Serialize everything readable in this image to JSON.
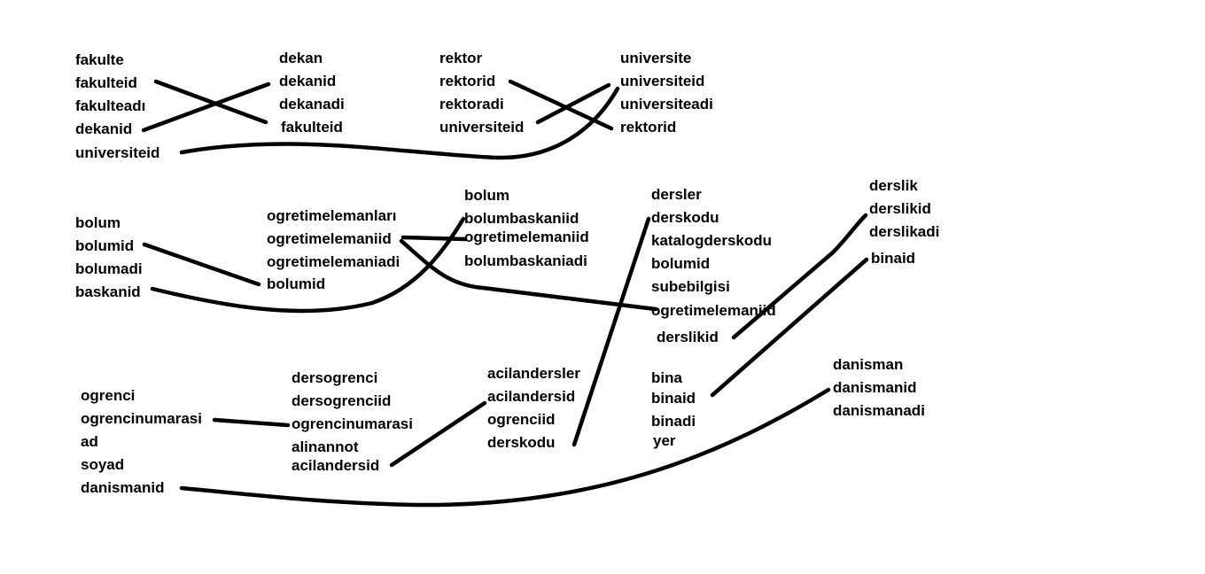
{
  "diagram": {
    "tables": {
      "fakulte": {
        "title": "fakulte",
        "fields": [
          "fakulteid",
          "fakulteadı",
          "dekanid",
          "universiteid"
        ]
      },
      "dekan": {
        "title": "dekan",
        "fields": [
          "dekanid",
          "dekanadi",
          "fakulteid"
        ]
      },
      "rektor": {
        "title": "rektor",
        "fields": [
          "rektorid",
          "rektoradi",
          "universiteid"
        ]
      },
      "universite": {
        "title": "universite",
        "fields": [
          "universiteid",
          "universiteadi",
          "rektorid"
        ]
      },
      "bolum": {
        "title": "bolum",
        "fields": [
          "bolumid",
          "bolumadi",
          "baskanid"
        ]
      },
      "ogretimelemanlari": {
        "title": "ogretimelemanları",
        "fields": [
          "ogretimelemaniid",
          "ogretimelemaniadi",
          "bolumid"
        ]
      },
      "bolumbaskani": {
        "title": "bolum",
        "fields": [
          "bolumbaskaniid",
          "ogretimelemaniid",
          "bolumbaskaniadi"
        ]
      },
      "dersler": {
        "title": "dersler",
        "fields": [
          "derskodu",
          "katalogderskodu",
          "bolumid",
          "subebilgisi",
          "ogretimelemaniid",
          "derslikid"
        ]
      },
      "derslik": {
        "title": "derslik",
        "fields": [
          "derslikid",
          "derslikadi",
          "binaid"
        ]
      },
      "bina": {
        "title": "bina",
        "fields": [
          "binaid",
          "binadi",
          "yer"
        ]
      },
      "danisman": {
        "title": "danisman",
        "fields": [
          "danismanid",
          "danismanadi"
        ]
      },
      "ogrenci": {
        "title": "ogrenci",
        "fields": [
          "ogrencinumarasi",
          "ad",
          "soyad",
          "danismanid"
        ]
      },
      "dersogrenci": {
        "title": "dersogrenci",
        "fields": [
          "dersogrenciid",
          "ogrencinumarasi",
          "alinannot",
          "acilandersid"
        ]
      },
      "acilandersler": {
        "title": "acilandersler",
        "fields": [
          "acilandersid",
          "ogrenciid",
          "derskodu"
        ]
      }
    },
    "links": [
      {
        "from": "fakulte.fakulteid",
        "to": "dekan.fakulteid"
      },
      {
        "from": "fakulte.dekanid",
        "to": "dekan.dekanid"
      },
      {
        "from": "fakulte.universiteid",
        "to": "universite.universiteid"
      },
      {
        "from": "rektor.rektorid",
        "to": "universite.rektorid"
      },
      {
        "from": "rektor.universiteid",
        "to": "universite.universiteid"
      },
      {
        "from": "bolum.bolumid",
        "to": "ogretimelemanlari.bolumid"
      },
      {
        "from": "bolum.baskanid",
        "to": "bolumbaskani.bolumbaskaniid"
      },
      {
        "from": "ogretimelemanlari.ogretimelemaniid",
        "to": "bolumbaskani.ogretimelemaniid"
      },
      {
        "from": "ogretimelemanlari.ogretimelemaniid",
        "to": "dersler.ogretimelemaniid"
      },
      {
        "from": "dersler.derslikid",
        "to": "derslik.derslikid"
      },
      {
        "from": "bina.binaid",
        "to": "derslik.binaid"
      },
      {
        "from": "acilandersler.derskodu",
        "to": "dersler.derskodu"
      },
      {
        "from": "ogrenci.ogrencinumarasi",
        "to": "dersogrenci.ogrencinumarasi"
      },
      {
        "from": "dersogrenci.acilandersid",
        "to": "acilandersler.acilandersid"
      },
      {
        "from": "ogrenci.danismanid",
        "to": "danisman.danismanid"
      }
    ]
  }
}
